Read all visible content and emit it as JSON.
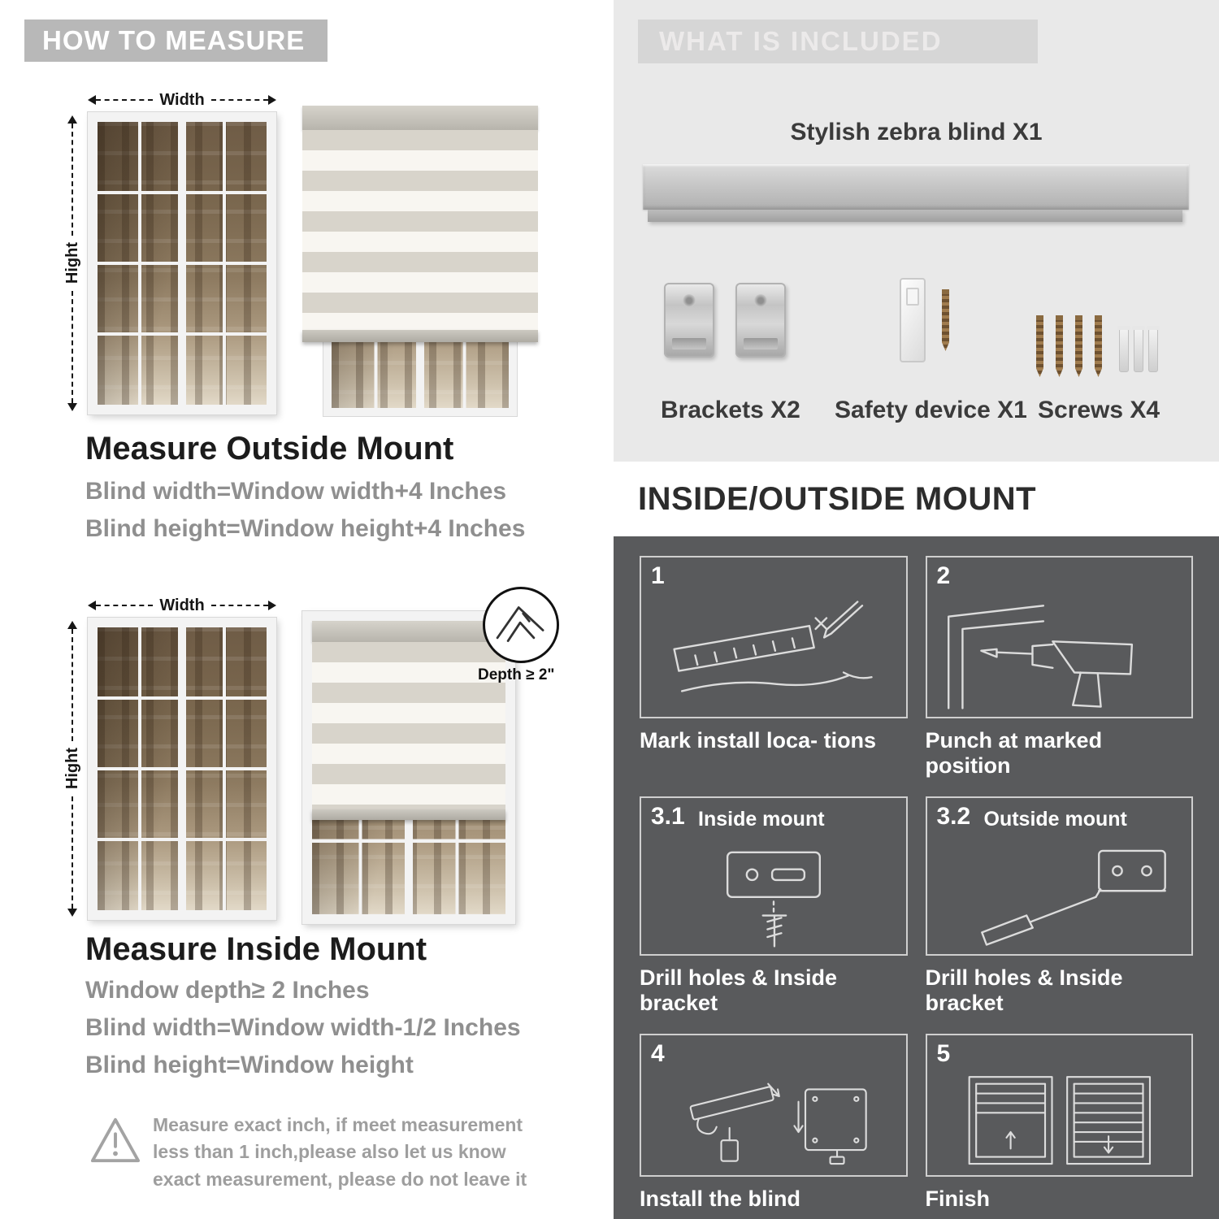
{
  "colors": {
    "header_badge": "#b8b8b8",
    "included_panel": "#e9e9e9",
    "mount_panel": "#595a5c",
    "text_dark": "#1c1c1c",
    "text_gray": "#8f8f8f",
    "stripe_solid": "#d8d4cb",
    "stripe_sheer": "#f8f6f1"
  },
  "how_to_measure": {
    "header": "HOW TO MEASURE",
    "outside_mount": {
      "width_label": "Width",
      "height_label": "Hight",
      "title": "Measure Outside Mount",
      "lines": [
        "Blind width=Window width+4 Inches",
        "Blind height=Window height+4 Inches"
      ]
    },
    "inside_mount": {
      "width_label": "Width",
      "height_label": "Hight",
      "depth_label": "Depth ≥ 2\"",
      "title": "Measure Inside Mount",
      "lines": [
        "Window depth≥ 2 Inches",
        "Blind width=Window width-1/2 Inches",
        "Blind height=Window height"
      ]
    },
    "warning_text": "Measure exact inch, if meet measurement less than 1 inch,please also let us know exact measurement, please do not leave it"
  },
  "what_is_included": {
    "header": "WHAT IS INCLUDED",
    "blind_label": "Stylish zebra blind X1",
    "items": [
      {
        "label": "Brackets X2"
      },
      {
        "label": "Safety device X1"
      },
      {
        "label": "Screws X4"
      }
    ]
  },
  "mount_guide": {
    "header": "INSIDE/OUTSIDE MOUNT",
    "steps": [
      {
        "num": "1",
        "label": "",
        "caption": "Mark install loca- tions"
      },
      {
        "num": "2",
        "label": "",
        "caption": "Punch at  marked position"
      },
      {
        "num": "3.1",
        "label": "Inside mount",
        "caption": "Drill holes &  Inside bracket"
      },
      {
        "num": "3.2",
        "label": "Outside mount",
        "caption": "Drill holes &  Inside bracket"
      },
      {
        "num": "4",
        "label": "",
        "caption": "Install the blind"
      },
      {
        "num": "5",
        "label": "",
        "caption": "Finish"
      }
    ]
  }
}
